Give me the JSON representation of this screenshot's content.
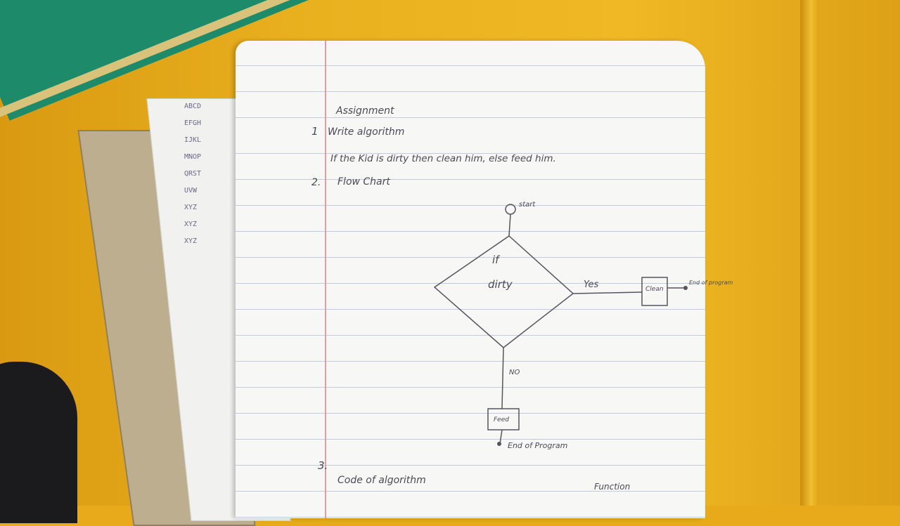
{
  "side_letters": [
    "ABCD",
    "EFGH",
    "IJKL",
    "MNOP",
    "QRST",
    "UVW",
    "XYZ",
    "XYZ",
    "XYZ"
  ],
  "page": {
    "title": "Assignment",
    "item1_number": "1",
    "item1_label": "Write algorithm",
    "item1_body": "If the Kid is dirty then clean him, else feed him.",
    "item2_number": "2.",
    "item2_label": "Flow Chart",
    "item3_number": "3.",
    "item3_label": "Code of algorithm",
    "function_note": "Function"
  },
  "flowchart": {
    "start_label": "start",
    "decision_line1": "if",
    "decision_line2": "dirty",
    "yes_label": "Yes",
    "no_label": "NO",
    "clean_box": "Clean",
    "feed_box": "Feed",
    "end_label_right": "End of program",
    "end_label_bottom": "End of Program"
  }
}
